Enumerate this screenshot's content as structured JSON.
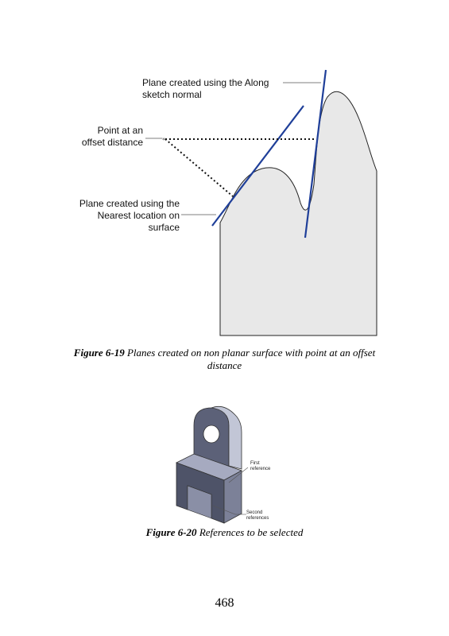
{
  "figure_6_19": {
    "labels": {
      "along_normal": [
        "Plane created using the Along",
        "sketch normal"
      ],
      "offset_point": [
        "Point at an",
        "offset distance"
      ],
      "nearest": [
        "Plane created using the",
        "Nearest location on",
        "surface"
      ]
    },
    "caption": {
      "number": "Figure 6-19",
      "text": "Planes created on non planar surface with point at an offset",
      "text_line2": "distance"
    }
  },
  "figure_6_20": {
    "labels": {
      "first": [
        "First",
        "reference"
      ],
      "second": [
        "Second",
        "references"
      ]
    },
    "caption": {
      "number": "Figure 6-20",
      "text": "References to be selected"
    }
  },
  "page_number": "468",
  "colors": {
    "plane_line": "#1f3f99",
    "surface_fill": "#e8e8e8",
    "part_top": "#9aa0b8",
    "part_side": "#5a5f78"
  }
}
